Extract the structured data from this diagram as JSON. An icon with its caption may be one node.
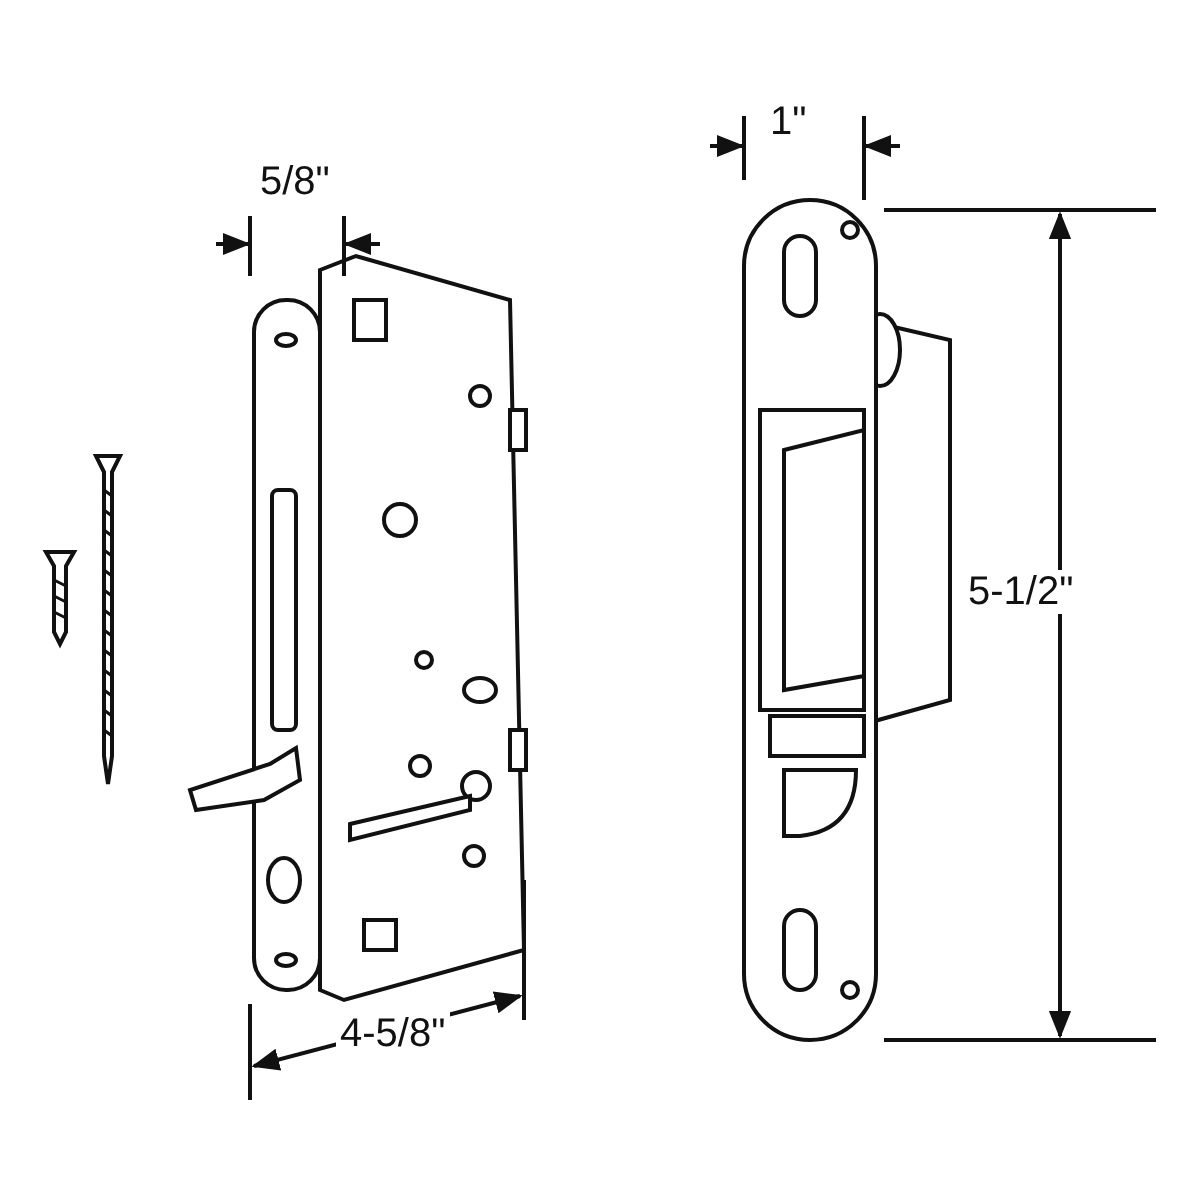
{
  "diagram": {
    "labels": [
      "1\"",
      "5/8\"",
      "5-1/2\"",
      "4-5/8\""
    ]
  }
}
